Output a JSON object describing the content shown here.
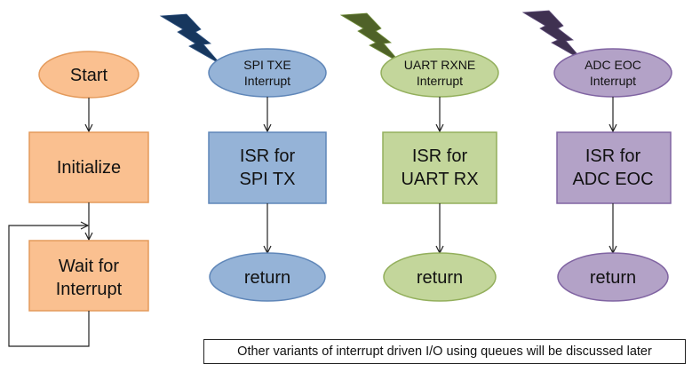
{
  "colors": {
    "main_fill": "#FAC090",
    "main_stroke": "#E49A5B",
    "spi_fill": "#95B3D7",
    "spi_stroke": "#5F86B8",
    "spi_bolt": "#17375E",
    "uart_fill": "#C3D69B",
    "uart_stroke": "#93AF5C",
    "uart_bolt": "#4F6228",
    "adc_fill": "#B3A2C7",
    "adc_stroke": "#8064A2",
    "adc_bolt": "#3F3151"
  },
  "main_flow": {
    "start": "Start",
    "initialize": "Initialize",
    "wait_line1": "Wait for",
    "wait_line2": "Interrupt"
  },
  "isr_columns": [
    {
      "event_line1": "SPI TXE",
      "event_line2": "Interrupt",
      "isr_line1": "ISR for",
      "isr_line2": "SPI TX",
      "return_label": "return",
      "bolt_icon": "lightning-bolt-icon"
    },
    {
      "event_line1": "UART RXNE",
      "event_line2": "Interrupt",
      "isr_line1": "ISR for",
      "isr_line2": "UART RX",
      "return_label": "return",
      "bolt_icon": "lightning-bolt-icon"
    },
    {
      "event_line1": "ADC EOC",
      "event_line2": "Interrupt",
      "isr_line1": "ISR for",
      "isr_line2": "ADC EOC",
      "return_label": "return",
      "bolt_icon": "lightning-bolt-icon"
    }
  ],
  "note": "Other variants of interrupt driven I/O using queues will be discussed later"
}
